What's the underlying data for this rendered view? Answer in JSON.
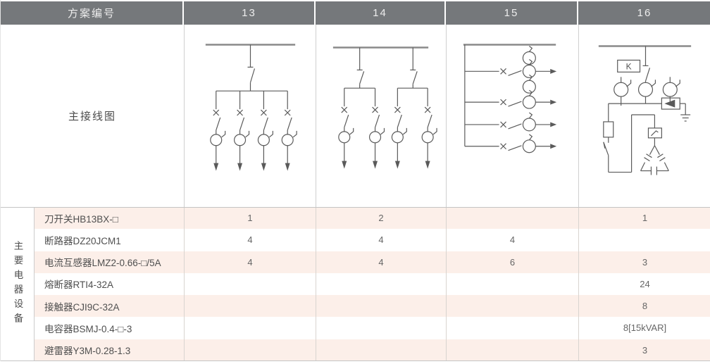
{
  "table": {
    "header": {
      "scheme_label": "方案编号",
      "schemes": [
        "13",
        "14",
        "15",
        "16"
      ]
    },
    "diagram_row": {
      "label": "主接线图",
      "k_box_label": "K",
      "diagrams": [
        "scheme-13: bus, knife switch, 4 feeders each with breaker, current transformer, outgoing arrow",
        "scheme-14: bus, 2 knife switches, each feeding 2 breaker+CT feeders",
        "scheme-15: bus, riser with 4 horizontal breaker+CT branches and 2 extra CTs",
        "scheme-16: capacitor compensation cabinet with K relay box, 3 CTs, surge arrester to ground, fuse, contactor and delta capacitor bank"
      ]
    },
    "equipment_section": {
      "vertical_label": "主要电器设备"
    },
    "rows": [
      {
        "name": "刀开关HB13BX-□",
        "values": [
          "1",
          "2",
          "",
          "1"
        ]
      },
      {
        "name": "断路器DZ20JCM1",
        "values": [
          "4",
          "4",
          "4",
          ""
        ]
      },
      {
        "name": "电流互感器LMZ2-0.66-□/5A",
        "values": [
          "4",
          "4",
          "6",
          "3"
        ]
      },
      {
        "name": "熔断器RTI4-32A",
        "values": [
          "",
          "",
          "",
          "24"
        ]
      },
      {
        "name": "接触器CJI9C-32A",
        "values": [
          "",
          "",
          "",
          "8"
        ]
      },
      {
        "name": "电容器BSMJ-0.4-□-3",
        "values": [
          "",
          "",
          "",
          "8[15kVAR]"
        ]
      },
      {
        "name": "避雷器Y3M-0.28-1.3",
        "values": [
          "",
          "",
          "",
          "3"
        ]
      }
    ],
    "colors": {
      "header_bg": "#75787b",
      "header_text": "#ededed",
      "row_pink": "#fcefe9",
      "grid_line": "#c4c4c4",
      "schematic_stroke": "#5a5a5a"
    }
  }
}
